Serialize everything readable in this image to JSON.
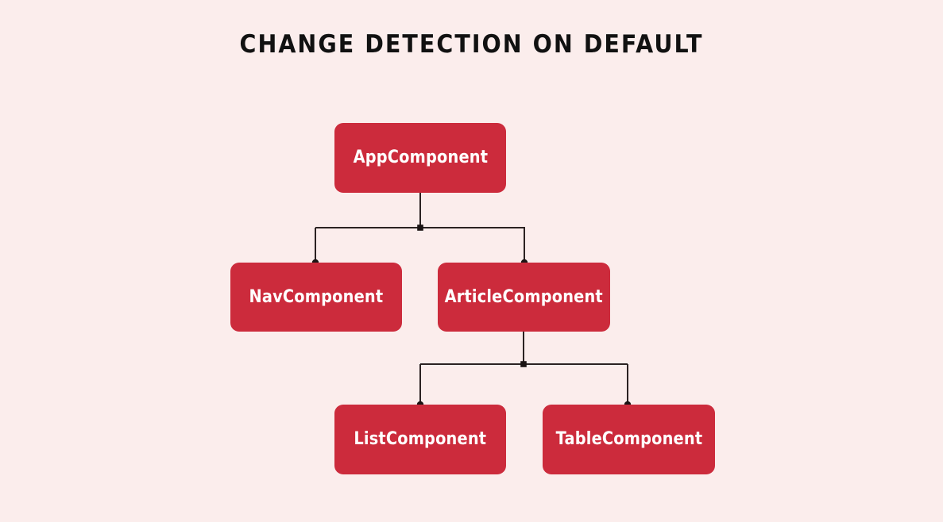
{
  "title": "CHANGE DETECTION ON DEFAULT",
  "colors": {
    "background": "#FBEDEC",
    "node_fill": "#CC2B3C",
    "node_text": "#FFFFFF",
    "edge": "#2B2222",
    "title_text": "#111111"
  },
  "diagram": {
    "type": "tree",
    "nodes": [
      {
        "id": "app",
        "label": "AppComponent",
        "level": 0
      },
      {
        "id": "nav",
        "label": "NavComponent",
        "level": 1
      },
      {
        "id": "article",
        "label": "ArticleComponent",
        "level": 1
      },
      {
        "id": "list",
        "label": "ListComponent",
        "level": 2
      },
      {
        "id": "table",
        "label": "TableComponent",
        "level": 2
      }
    ],
    "edges": [
      {
        "from": "app",
        "to": "nav"
      },
      {
        "from": "app",
        "to": "article"
      },
      {
        "from": "article",
        "to": "list"
      },
      {
        "from": "article",
        "to": "table"
      }
    ]
  }
}
